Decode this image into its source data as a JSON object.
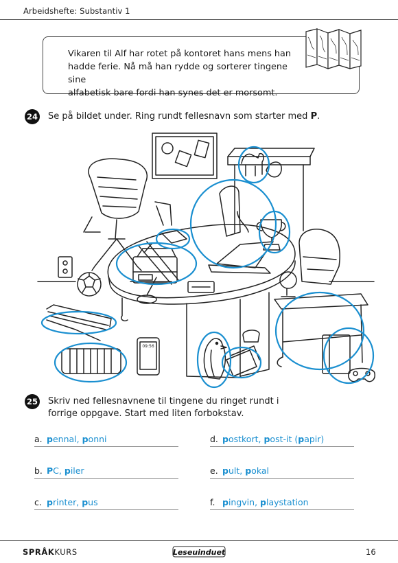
{
  "header": {
    "title": "Arbeidshefte: Substantiv 1"
  },
  "intro": {
    "line1": "Vikaren til Alf har rotet på kontoret hans mens han",
    "line2": "hadde ferie. Nå må han rydde og sorterer tingene sine",
    "line3": "alfabetisk bare fordi han synes det er morsomt."
  },
  "task24": {
    "number": "24",
    "text": "Se på bildet under. Ring rundt fellesnavn som starter med ",
    "letter": "P",
    "end": "."
  },
  "task25": {
    "number": "25",
    "line1": "Skriv ned fellesnavnene til tingene du ringet rundt i",
    "line2": "forrige oppgave. Start med liten forbokstav."
  },
  "answers": [
    {
      "letter": "a.",
      "value": "pennal, ponni"
    },
    {
      "letter": "b.",
      "value": "PC, piler"
    },
    {
      "letter": "c.",
      "value": "printer, pus"
    },
    {
      "letter": "d.",
      "value": "postkort, post-it (papir)"
    },
    {
      "letter": "e.",
      "value": "pult, pokal"
    },
    {
      "letter": "f.",
      "value": "pingvin, playstation"
    }
  ],
  "illustration": {
    "tablet_time": "09:56"
  },
  "footer": {
    "brand_bold": "SPRÅK",
    "brand_rest": "KURS",
    "logo": "Leseuinduet",
    "page": "16"
  },
  "colors": {
    "accent": "#1a8fd0",
    "ink": "#1a1a1a"
  }
}
